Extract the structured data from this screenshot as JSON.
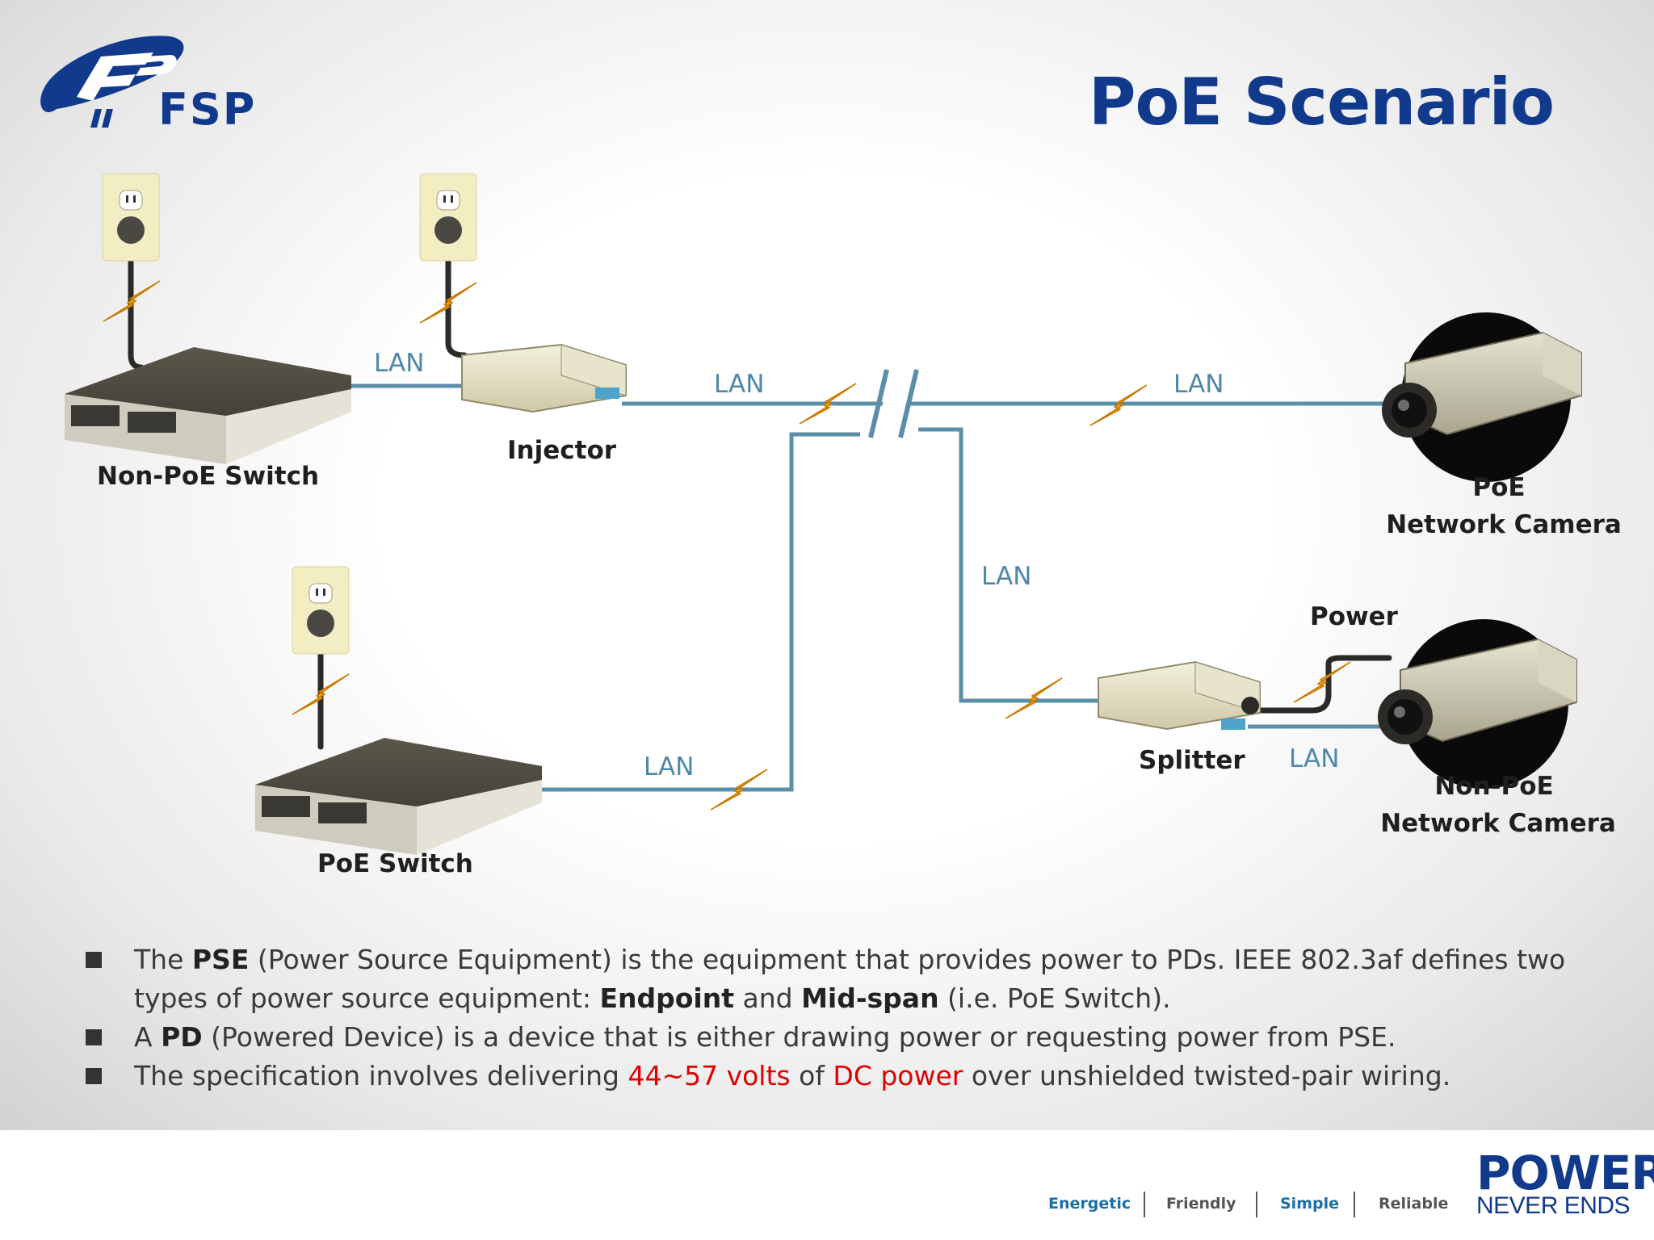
{
  "brand": {
    "logo_text": "FSP"
  },
  "title": "PoE Scenario",
  "diagram": {
    "non_poe_switch": "Non-PoE  Switch",
    "injector": "Injector",
    "poe_switch": "PoE  Switch",
    "splitter": "Splitter",
    "poe_camera_line1": "PoE",
    "poe_camera_line2": "Network Camera",
    "nonpoe_camera_line1": "Non-PoE",
    "nonpoe_camera_line2": "Network Camera",
    "power": "Power",
    "lan": "LAN"
  },
  "bullets": [
    {
      "p1": "The ",
      "b1": "PSE",
      "p2": " (Power Source Equipment) is the equipment that provides power to PDs. IEEE 802.3af defines two",
      "p3": "types of power source equipment: ",
      "b2": "Endpoint",
      "p4": " and ",
      "b3": "Mid-span",
      "p5": " (i.e. PoE Switch)."
    },
    {
      "p1": "A ",
      "b1": "PD",
      "p2": " (Powered Device) is a device that is either drawing power or requesting power from PSE."
    },
    {
      "p1": "The specification involves delivering ",
      "r1": "44~57 volts",
      "p2": " of ",
      "r2": "DC power",
      "p3": " over unshielded twisted-pair wiring."
    }
  ],
  "footer": {
    "taglines": [
      "Energetic",
      "Friendly",
      "Simple",
      "Reliable"
    ],
    "tagline_colors": [
      "#1a6fa8",
      "#555555",
      "#1a6fa8",
      "#555555"
    ],
    "power": "POWER",
    "never_ends": "NEVER ENDS"
  },
  "colors": {
    "title": "#123a8c",
    "lan_line": "#5b8ea8",
    "highlight": "#e00000"
  }
}
